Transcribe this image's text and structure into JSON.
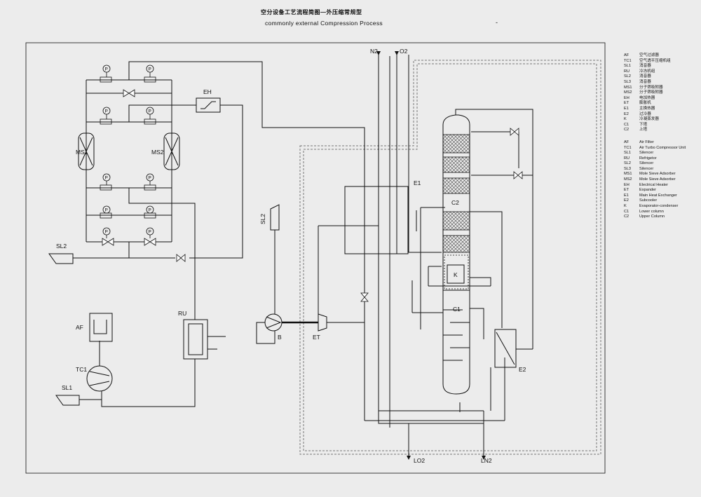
{
  "header": {
    "title_cn": "空分设备工艺流程简图—外压缩常规型",
    "title_en": "commonly external Compression Process",
    "dash": "-"
  },
  "labels": {
    "n2": "N2",
    "o2": "O2",
    "lo2": "LO2",
    "ln2": "LN2",
    "eh": "EH",
    "ms1": "MS1",
    "ms2": "MS2",
    "sl2": "SL2",
    "sl2_v": "SL2",
    "e1": "E1",
    "c2": "C2",
    "k": "K",
    "c1": "C1",
    "e2": "E2",
    "af": "AF",
    "ru": "RU",
    "tc1": "TC1",
    "sl1": "SL1",
    "b": "B",
    "et": "ET",
    "p": "P"
  },
  "legend_cn": [
    {
      "code": "AF",
      "desc": "空气过滤器"
    },
    {
      "code": "TC1",
      "desc": "空气透平压缩机组"
    },
    {
      "code": "SL1",
      "desc": "消音器"
    },
    {
      "code": "RU",
      "desc": "冷冻机组"
    },
    {
      "code": "SL2",
      "desc": "消音器"
    },
    {
      "code": "SL3",
      "desc": "消音器"
    },
    {
      "code": "MS1",
      "desc": "分子筛吸附器"
    },
    {
      "code": "MS2",
      "desc": "分子筛吸附器"
    },
    {
      "code": "EH",
      "desc": "电加热器"
    },
    {
      "code": "ET",
      "desc": "膨胀机"
    },
    {
      "code": "E1",
      "desc": "主换热器"
    },
    {
      "code": "E2",
      "desc": "过冷器"
    },
    {
      "code": "K",
      "desc": "冷凝蒸发器"
    },
    {
      "code": "C1",
      "desc": "下塔"
    },
    {
      "code": "C2",
      "desc": "上塔"
    }
  ],
  "legend_en": [
    {
      "code": "AF",
      "desc": "Air Filter"
    },
    {
      "code": "TC1",
      "desc": "Air Turbo Compressor Unit"
    },
    {
      "code": "SL1",
      "desc": "Silencer"
    },
    {
      "code": "RU",
      "desc": "Refrigetor"
    },
    {
      "code": "SL2",
      "desc": "Silencer"
    },
    {
      "code": "SL3",
      "desc": "Silencer"
    },
    {
      "code": "MS1",
      "desc": "Mole Sieve Adsorber"
    },
    {
      "code": "MS2",
      "desc": "Mole Sieve Adsorber"
    },
    {
      "code": "EH",
      "desc": "Electrical Heater"
    },
    {
      "code": "ET",
      "desc": "Expander"
    },
    {
      "code": "E1",
      "desc": "Main Heat Exchanger"
    },
    {
      "code": "E2",
      "desc": "Subcooler"
    },
    {
      "code": "K",
      "desc": "Evaporator-condenser"
    },
    {
      "code": "C1",
      "desc": "Lower column"
    },
    {
      "code": "C2",
      "desc": "Upper Column"
    }
  ],
  "colors": {
    "line": "#111111",
    "background": "#ececec",
    "packing": "#555555"
  }
}
